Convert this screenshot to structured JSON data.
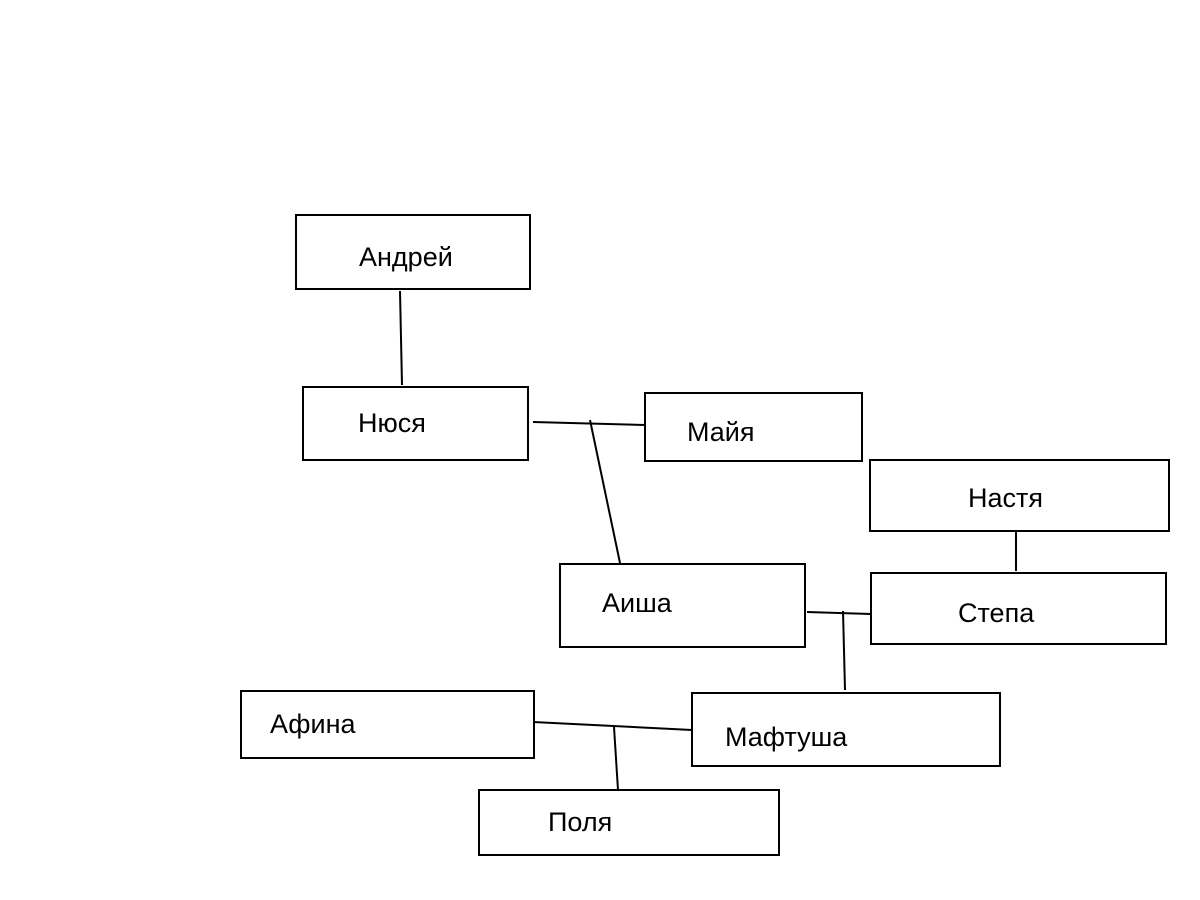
{
  "diagram": {
    "nodes": {
      "andrey": {
        "label": "Андрей"
      },
      "nyusya": {
        "label": "Нюся"
      },
      "mayya": {
        "label": "Майя"
      },
      "nastya": {
        "label": "Настя"
      },
      "aisha": {
        "label": "Аиша"
      },
      "stepa": {
        "label": "Степа"
      },
      "afina": {
        "label": "Афина"
      },
      "maftusha": {
        "label": "Мафтуша"
      },
      "polya": {
        "label": "Поля"
      }
    }
  }
}
